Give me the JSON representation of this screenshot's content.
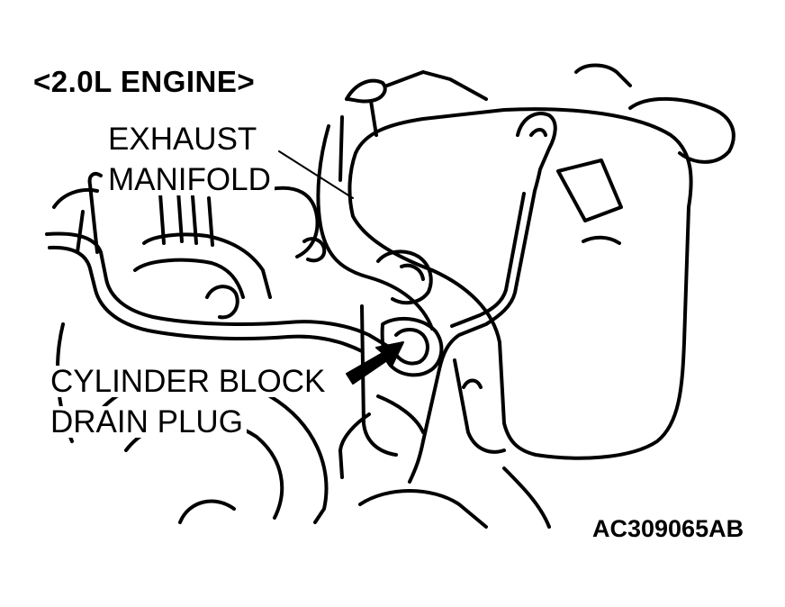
{
  "diagram": {
    "engine_label": "<2.0L ENGINE>",
    "exhaust_manifold_line1": "EXHAUST",
    "exhaust_manifold_line2": "MANIFOLD",
    "drain_plug_line1": "CYLINDER BLOCK",
    "drain_plug_line2": "DRAIN PLUG",
    "figure_code": "AC309065AB"
  }
}
